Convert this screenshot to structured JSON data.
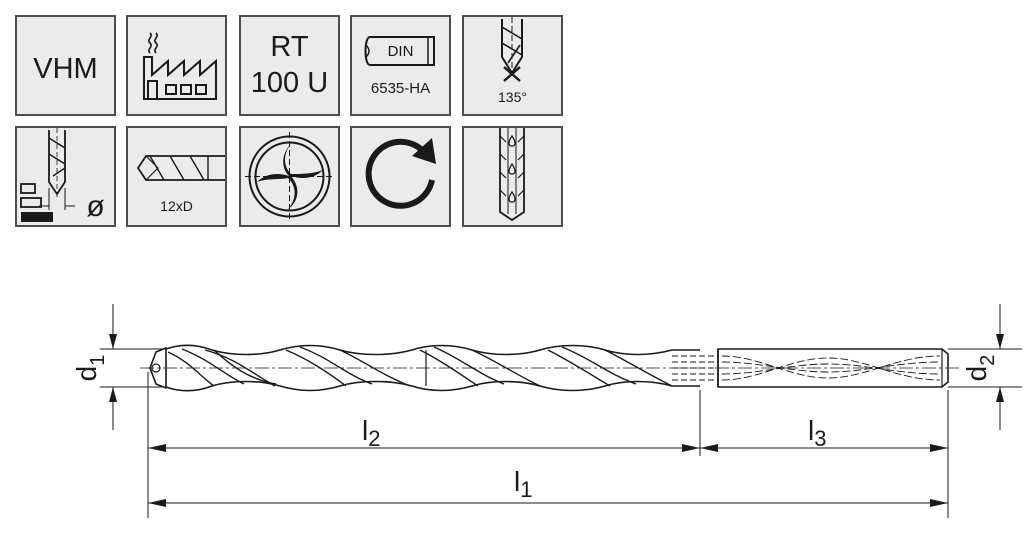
{
  "icons": {
    "material": {
      "label": "VHM",
      "icon": "vhm-text"
    },
    "production": {
      "icon": "factory-icon"
    },
    "coating": {
      "line1": "RT",
      "line2": "100 U"
    },
    "standard": {
      "din": "DIN",
      "norm": "6535-HA",
      "icon": "din-shank-icon"
    },
    "point_angle": {
      "label": "135°",
      "icon": "drill-point-icon"
    },
    "tolerance": {
      "symbol": "ø",
      "icon": "diameter-tolerance-icon"
    },
    "length": {
      "label": "12xD",
      "icon": "drill-length-icon"
    },
    "cross_section": {
      "icon": "drill-cross-section-icon"
    },
    "rotation": {
      "icon": "clockwise-rotation-icon"
    },
    "coolant": {
      "icon": "internal-coolant-icon"
    }
  },
  "drawing": {
    "dimensions": {
      "d1": {
        "base": "d",
        "sub": "1"
      },
      "d2": {
        "base": "d",
        "sub": "2"
      },
      "l1": {
        "base": "l",
        "sub": "1"
      },
      "l2": {
        "base": "l",
        "sub": "2"
      },
      "l3": {
        "base": "l",
        "sub": "3"
      }
    }
  }
}
